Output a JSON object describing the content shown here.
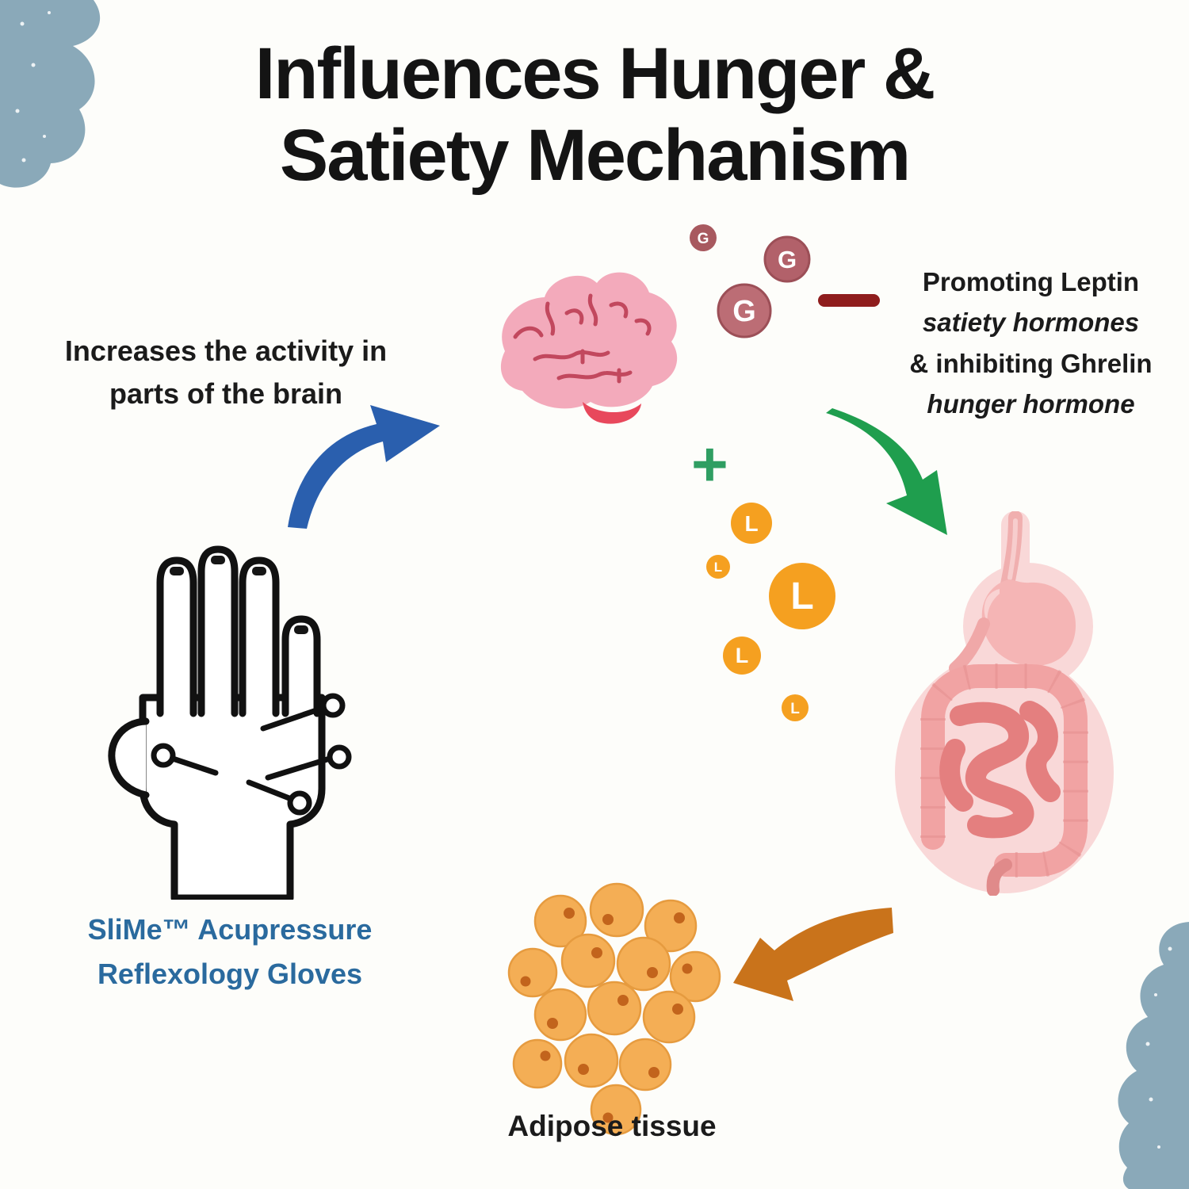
{
  "title": {
    "line1": "Influences Hunger &",
    "line2": "Satiety Mechanism"
  },
  "notes": {
    "brain": {
      "line1": "Increases the activity in",
      "line2": "parts of the brain"
    },
    "hormones": {
      "line1": "Promoting Leptin",
      "line2": "satiety hormones",
      "line3": "& inhibiting Ghrelin",
      "line4": "hunger hormone"
    }
  },
  "labels": {
    "adipose": "Adipose tissue",
    "product_line1": "SliMe™ Acupressure",
    "product_line2": "Reflexology Gloves"
  },
  "symbols": {
    "ghrelin": "G",
    "leptin": "L",
    "plus": "+"
  },
  "colors": {
    "ghrelin_circle": "#b2616a",
    "leptin_circle": "#f5a020",
    "minus_bar": "#8f1d1d",
    "plus_sign": "#2f9e62",
    "arrow_blue": "#2a5fae",
    "arrow_green": "#1f9e4e",
    "arrow_orange": "#c9731b",
    "product_text": "#2a6a9e",
    "corner_blob": "#8aa9b9",
    "brain": "#f3aabb",
    "digestive": "#f1a3a3",
    "adipose_cell": "#f4ae55"
  }
}
